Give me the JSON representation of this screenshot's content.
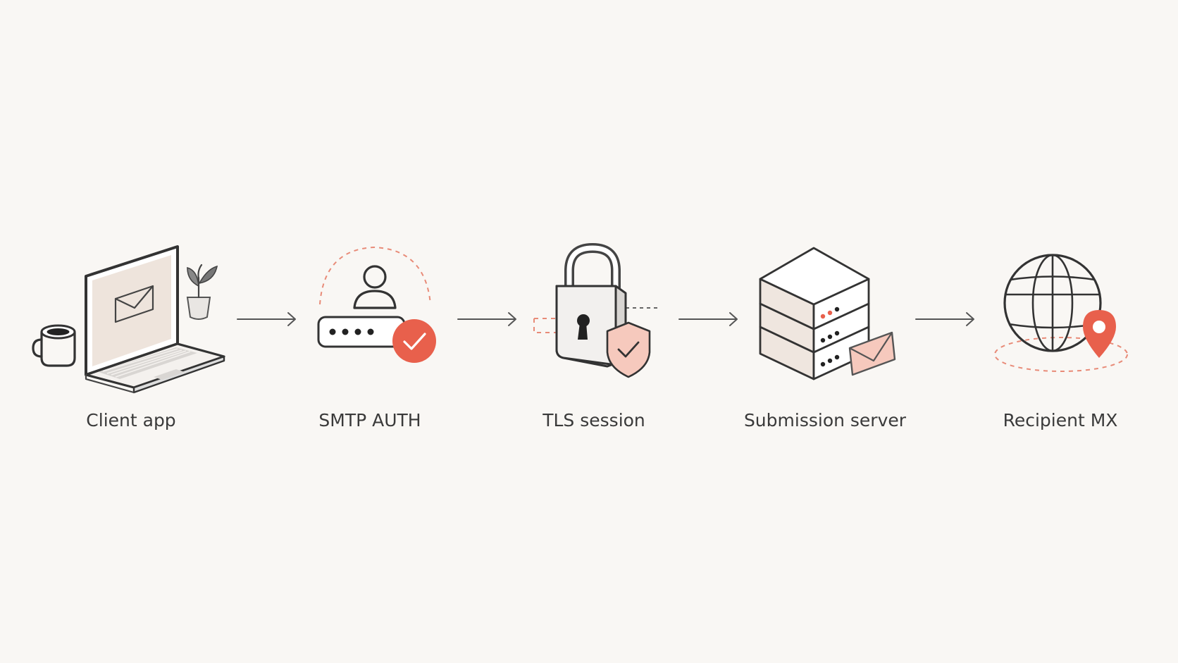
{
  "colors": {
    "background": "#f9f7f4",
    "accent": "#e8604c",
    "accent_light": "#f6c9bd",
    "line": "#333333",
    "label": "#3a3a3a"
  },
  "steps": [
    {
      "label": "Client app",
      "icon": "laptop-mail-icon"
    },
    {
      "label": "SMTP AUTH",
      "icon": "user-password-check-icon"
    },
    {
      "label": "TLS session",
      "icon": "padlock-shield-icon"
    },
    {
      "label": "Submission server",
      "icon": "server-stack-mail-icon"
    },
    {
      "label": "Recipient MX",
      "icon": "globe-location-pin-icon"
    }
  ]
}
